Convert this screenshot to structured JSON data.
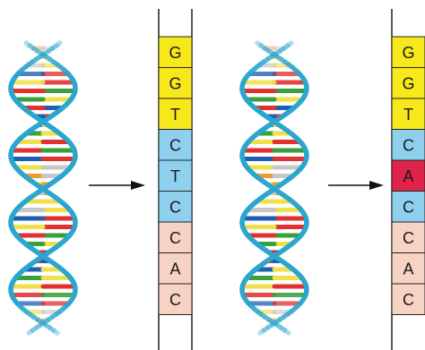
{
  "colors": {
    "G": "#f7e81c",
    "T_purine": "#f7e81c",
    "C": "#8fd0ef",
    "T": "#8fd0ef",
    "A_mutant": "#e0234a",
    "peach": "#f6d3c2",
    "helix_backbone": "#2aa6cf",
    "rung_red": "#e2312e",
    "rung_yellow": "#f1e04a",
    "rung_green": "#3aa03c",
    "rung_blue": "#1f5fb3",
    "rung_orange": "#ef9a2a",
    "rung_gray": "#c8c8c8"
  },
  "left_sequence": {
    "bases": [
      {
        "letter": "G",
        "color": "#f7e81c"
      },
      {
        "letter": "G",
        "color": "#f7e81c"
      },
      {
        "letter": "T",
        "color": "#f7e81c"
      },
      {
        "letter": "C",
        "color": "#8fd0ef"
      },
      {
        "letter": "T",
        "color": "#8fd0ef"
      },
      {
        "letter": "C",
        "color": "#8fd0ef"
      },
      {
        "letter": "C",
        "color": "#f6d3c2"
      },
      {
        "letter": "A",
        "color": "#f6d3c2"
      },
      {
        "letter": "C",
        "color": "#f6d3c2"
      }
    ]
  },
  "right_sequence": {
    "bases": [
      {
        "letter": "G",
        "color": "#f7e81c"
      },
      {
        "letter": "G",
        "color": "#f7e81c"
      },
      {
        "letter": "T",
        "color": "#f7e81c"
      },
      {
        "letter": "C",
        "color": "#8fd0ef"
      },
      {
        "letter": "A",
        "color": "#e0234a"
      },
      {
        "letter": "C",
        "color": "#8fd0ef"
      },
      {
        "letter": "C",
        "color": "#f6d3c2"
      },
      {
        "letter": "A",
        "color": "#f6d3c2"
      },
      {
        "letter": "C",
        "color": "#f6d3c2"
      }
    ]
  },
  "icons": {
    "left_helix": "dna-helix-icon",
    "right_helix": "dna-helix-icon",
    "left_arrow": "arrow-right-icon",
    "right_arrow": "arrow-right-icon"
  }
}
